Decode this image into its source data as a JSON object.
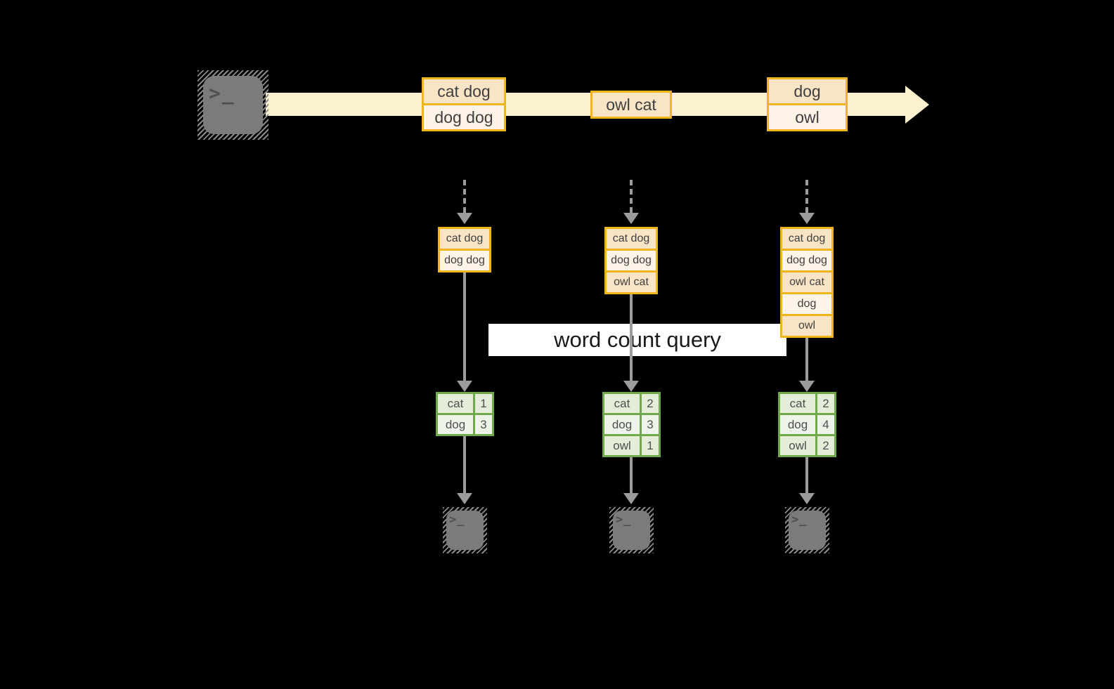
{
  "overlay": {
    "label": "word count query"
  },
  "icons": {
    "terminal_glyph": ">_"
  },
  "stream": {
    "batches": [
      {
        "rows": [
          "cat dog",
          "dog dog"
        ]
      },
      {
        "rows": [
          "owl cat"
        ]
      },
      {
        "rows": [
          "dog",
          "owl"
        ]
      }
    ]
  },
  "columns": [
    {
      "accumulated": [
        "cat dog",
        "dog dog"
      ],
      "counts": [
        {
          "word": "cat",
          "n": "1"
        },
        {
          "word": "dog",
          "n": "3"
        }
      ]
    },
    {
      "accumulated": [
        "cat dog",
        "dog dog",
        "owl cat"
      ],
      "counts": [
        {
          "word": "cat",
          "n": "2"
        },
        {
          "word": "dog",
          "n": "3"
        },
        {
          "word": "owl",
          "n": "1"
        }
      ]
    },
    {
      "accumulated": [
        "cat dog",
        "dog dog",
        "owl cat",
        "dog",
        "owl"
      ],
      "counts": [
        {
          "word": "cat",
          "n": "2"
        },
        {
          "word": "dog",
          "n": "4"
        },
        {
          "word": "owl",
          "n": "2"
        }
      ]
    }
  ],
  "colors": {
    "background": "#000000",
    "stream_band": "#FBF1CE",
    "box_border_orange": "#F0B41C",
    "box_fill_peach": "#FAE4C6",
    "box_fill_cream": "#FDF3E6",
    "table_border_green": "#6FA94C",
    "table_fill_green": "#E4EDD8",
    "table_fill_light": "#EFF4EA",
    "arrow_gray": "#9C9C9C",
    "terminal_gray": "#7B7B7B",
    "overlay_bg": "#FFFFFF",
    "text_dark": "#3F3F3F"
  }
}
